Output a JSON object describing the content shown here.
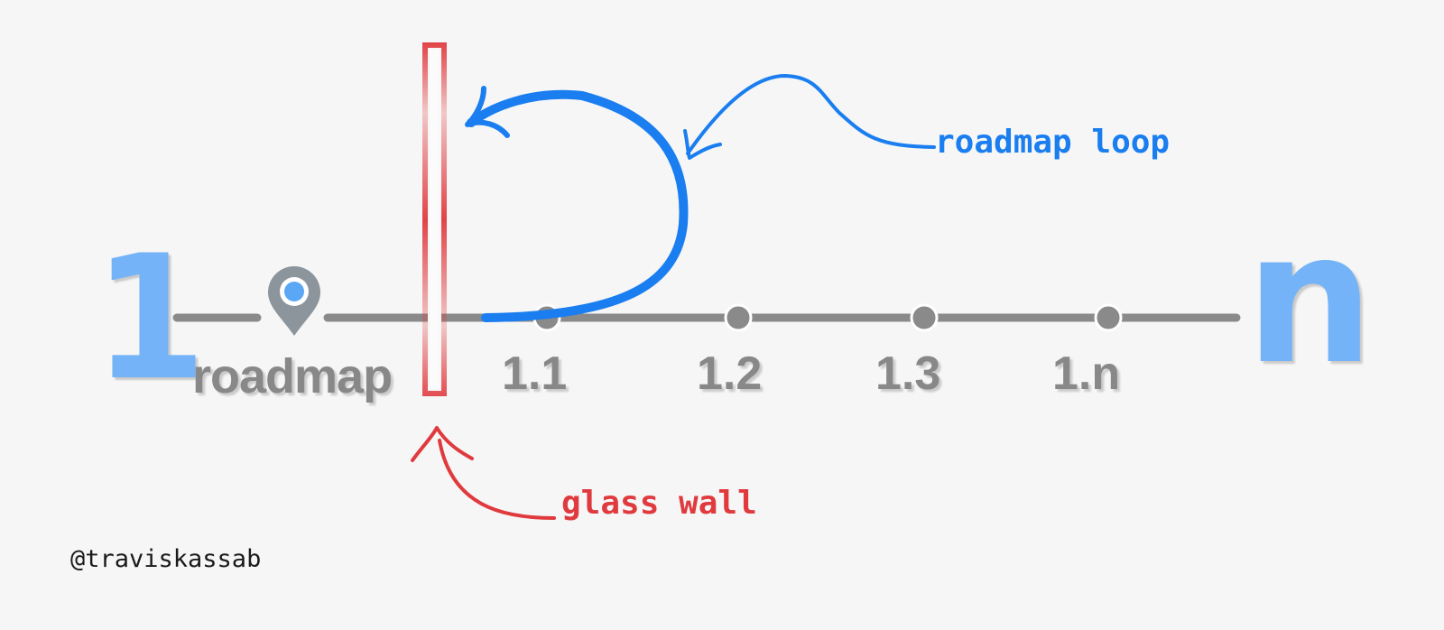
{
  "diagram": {
    "start_glyph": "1",
    "end_glyph": "n",
    "labels": {
      "roadmap": "roadmap",
      "v1_1": "1.1",
      "v1_2": "1.2",
      "v1_3": "1.3",
      "v1_n": "1.n"
    },
    "annotations": {
      "roadmap_loop": "roadmap loop",
      "glass_wall": "glass wall"
    },
    "credit": "@traviskassab"
  },
  "colors": {
    "background": "#f6f6f6",
    "timeline": "#8a8a8a",
    "endpoint_glyph": "#74b3f7",
    "loop_blue": "#1a7ef0",
    "wall_red": "#e03a3e",
    "pin_gray": "#8c949c",
    "pin_dot": "#5aa7f5"
  },
  "icons": {
    "location": "location-pin-icon"
  }
}
